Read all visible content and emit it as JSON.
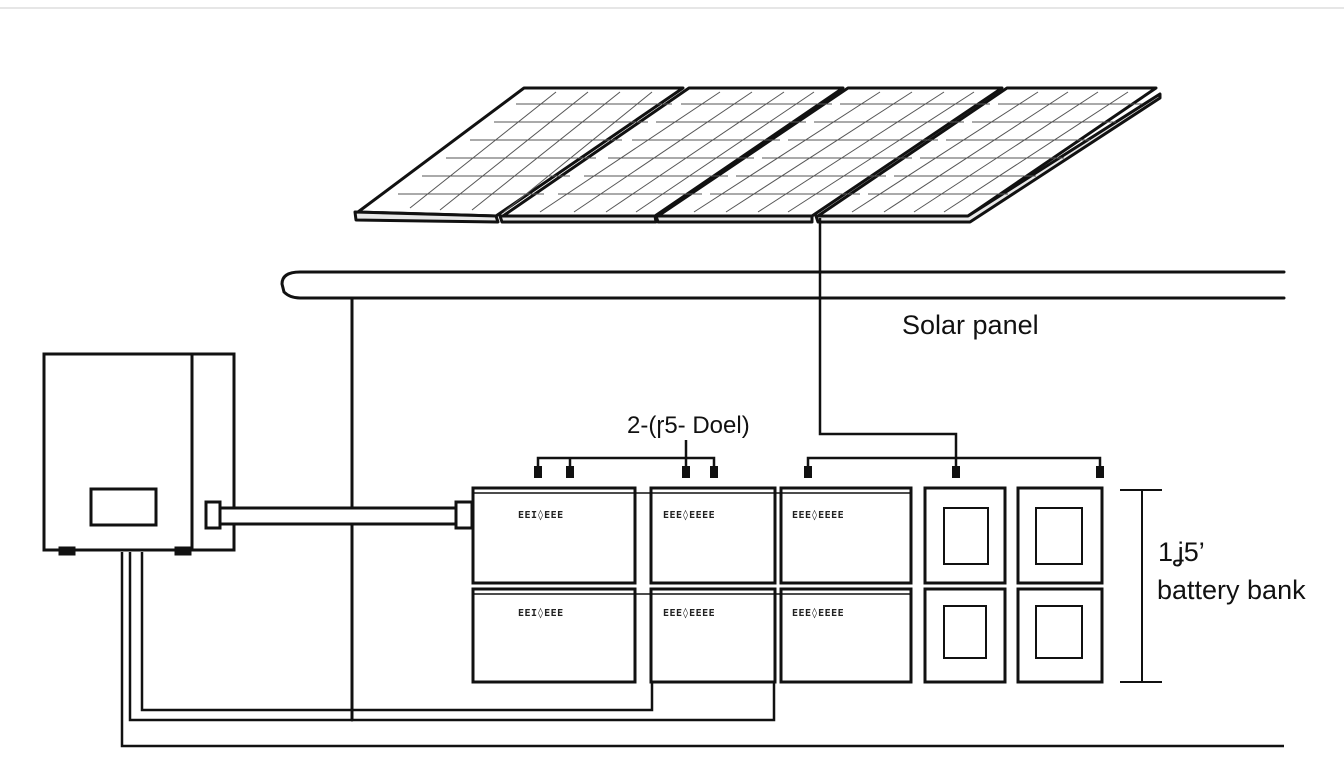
{
  "labels": {
    "solar_panel": "Solar panel",
    "parallel_note": "2-(ɼ5- Doel)",
    "bank_quantity": "1ʝ5’",
    "battery_bank": "battery bank"
  },
  "battery_labels": [
    "EEI◊EEE",
    "EEE◊EEEE",
    "EEE◊EEEE",
    "EEI◊EEE",
    "EEE◊EEEE",
    "EEE◊EEEE"
  ],
  "colors": {
    "stroke": "#111111",
    "grid": "#555555",
    "background": "#ffffff"
  },
  "panel_count": 4,
  "battery_count": 6,
  "small_cell_count": 4
}
